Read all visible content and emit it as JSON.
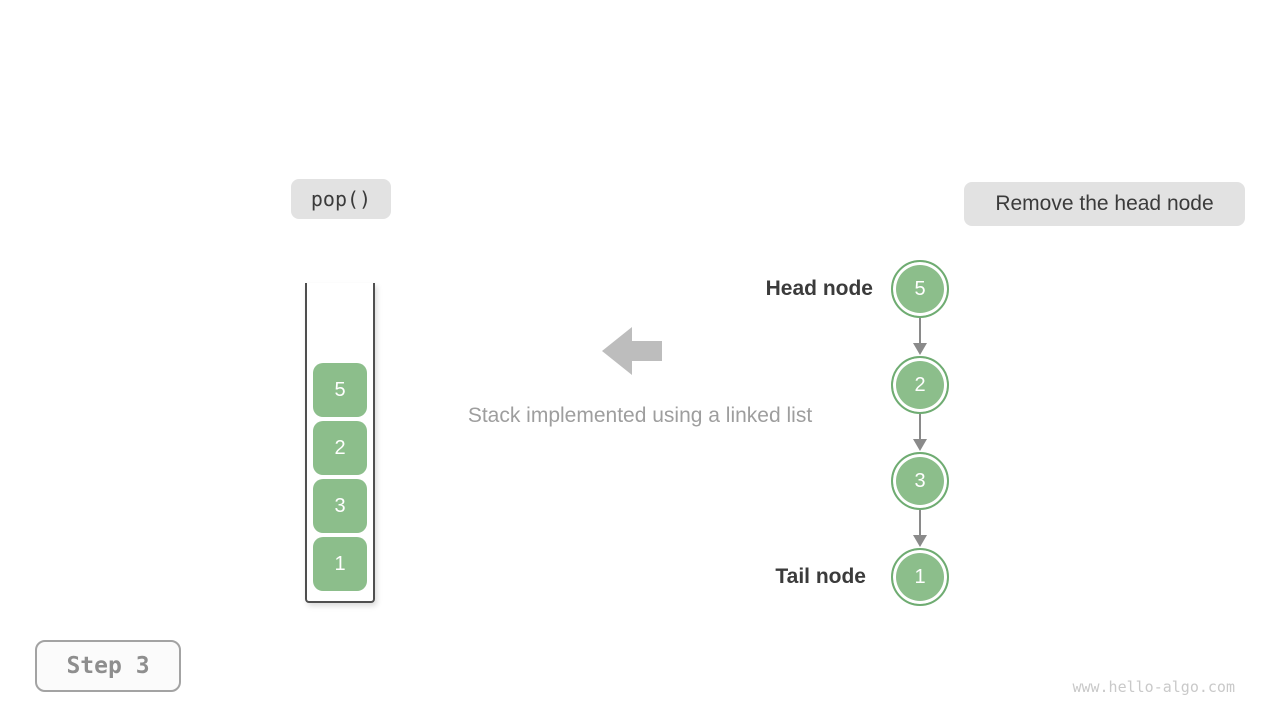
{
  "header": {
    "operation_label": "pop()",
    "action_label": "Remove the head node"
  },
  "stack": {
    "items": [
      "5",
      "2",
      "3",
      "1"
    ]
  },
  "linked_list": {
    "head_label": "Head node",
    "tail_label": "Tail node",
    "nodes": [
      "5",
      "2",
      "3",
      "1"
    ]
  },
  "caption": "Stack implemented using a linked list",
  "footer": {
    "step_label": "Step 3",
    "watermark": "www.hello-algo.com"
  },
  "colors": {
    "badge_bg": "#e2e2e2",
    "text_dark": "#3b3b3b",
    "text_gray": "#9e9e9e",
    "node_green": "#8cbe8b",
    "node_border_green": "#6fac72",
    "container_border": "#4f4f4f",
    "arrow_gray": "#bdbdbd",
    "connector_gray": "#8a8a8a",
    "step_border": "#a3a3a3",
    "step_text": "#8e8e8e",
    "watermark_gray": "#c9c9c9"
  }
}
